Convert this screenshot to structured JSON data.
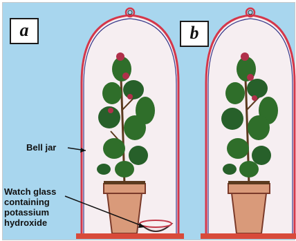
{
  "panels": [
    {
      "label": "a"
    },
    {
      "label": "b"
    }
  ],
  "callouts": {
    "bell_jar": "Bell jar",
    "watch_glass_line1": "Watch glass",
    "watch_glass_line2": "containing",
    "watch_glass_line3": "potassium",
    "watch_glass_line4": "hydroxide"
  },
  "colors": {
    "background": "#a8d6ee",
    "jar_outline": "#d4374a",
    "jar_fill": "#f3e6ea",
    "foliage": "#2f6e2a",
    "flower": "#b0304a",
    "pot": "#d99a7a",
    "base": "#d84a3a"
  }
}
